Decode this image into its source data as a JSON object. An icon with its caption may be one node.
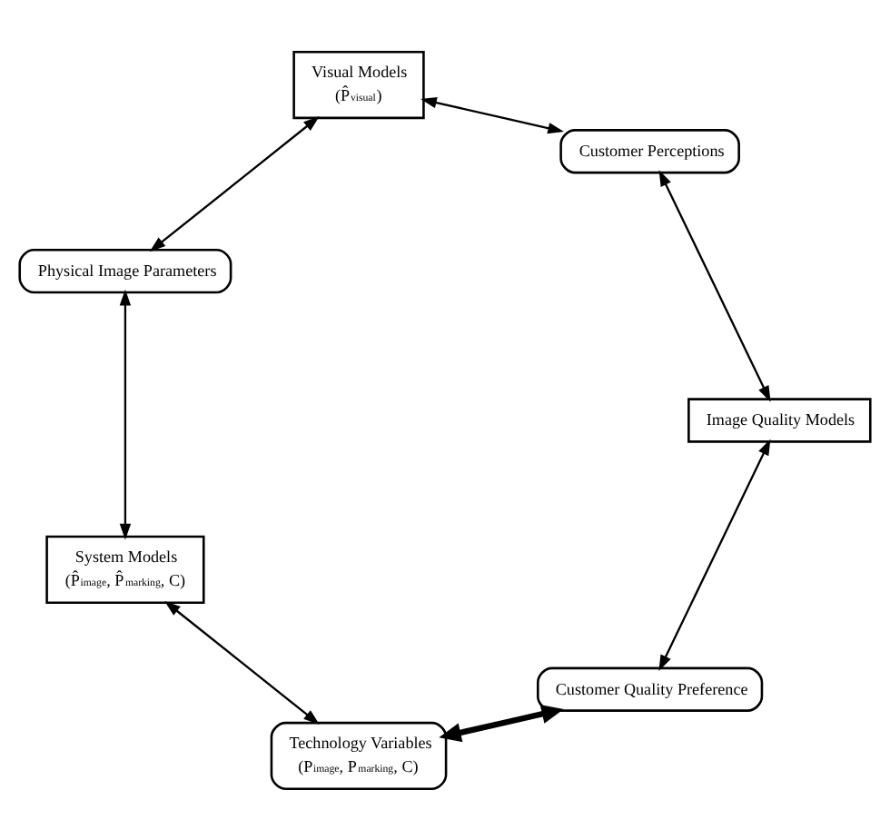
{
  "diagram": {
    "nodes": [
      {
        "text": [
          "Customer Quality Preference"
        ]
      },
      {
        "text": [
          "Technology Variables",
          "(P$^{image}$, P$^{marking}$, C)"
        ]
      },
      {
        "text": [
          "System Models",
          "(P̂$^{image}$, P̂$^{marking}$, C)"
        ]
      },
      {
        "text": [
          "Physical Image Parameters"
        ]
      },
      {
        "text": [
          "Visual Models",
          "(P̂$^{visual}$)"
        ]
      },
      {
        "text": [
          "Customer Perceptions"
        ]
      },
      {
        "text": [
          "Image Quality Models"
        ]
      }
    ],
    "edges": [
      {
        "from": 0,
        "to": 1,
        "arrow": "both",
        "style": "thick"
      },
      {
        "from": 1,
        "to": 2,
        "arrow": "both"
      },
      {
        "from": 2,
        "to": 3,
        "arrow": "both"
      },
      {
        "from": 3,
        "to": 4,
        "arrow": "both"
      },
      {
        "from": 4,
        "to": 5,
        "arrow": "both"
      },
      {
        "from": 5,
        "to": 6,
        "arrow": "both"
      },
      {
        "from": 6,
        "to": 0,
        "arrow": "both"
      }
    ]
  }
}
